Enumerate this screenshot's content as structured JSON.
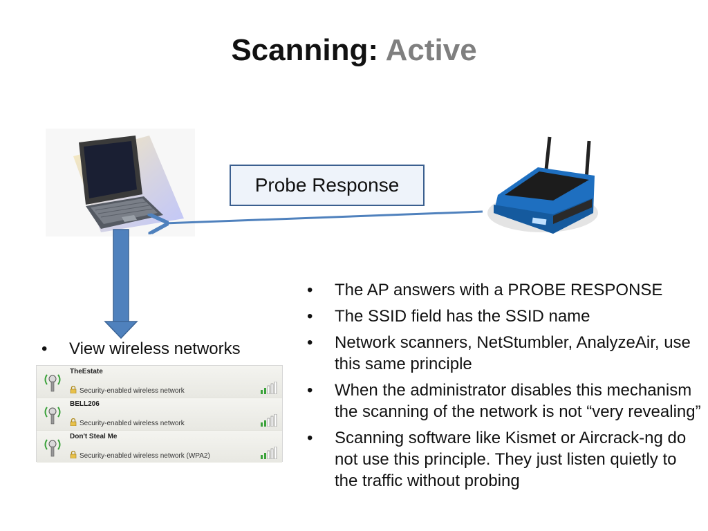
{
  "title": {
    "part1": "Scanning: ",
    "part2": "Active"
  },
  "probe_label": "Probe Response",
  "left_bullet": "View wireless networks",
  "networks": [
    {
      "ssid": "TheEstate",
      "security": "Security-enabled wireless network"
    },
    {
      "ssid": "BELL206",
      "security": "Security-enabled wireless network"
    },
    {
      "ssid": "Don't Steal Me",
      "security": "Security-enabled wireless network (WPA2)"
    }
  ],
  "bullets": [
    "The AP answers with a PROBE RESPONSE",
    "The SSID field has the SSID name",
    "Network scanners, NetStumbler, AnalyzeAir, use this same principle",
    "When the administrator disables this mechanism the scanning of the network is not “very revealing”",
    "Scanning software like Kismet or Aircrack-ng do not use this principle. They just listen quietly to the traffic without probing"
  ],
  "colors": {
    "arrow": "#4f81bd",
    "title_accent": "#7f7f7f",
    "router_blue": "#1e6fc0"
  }
}
